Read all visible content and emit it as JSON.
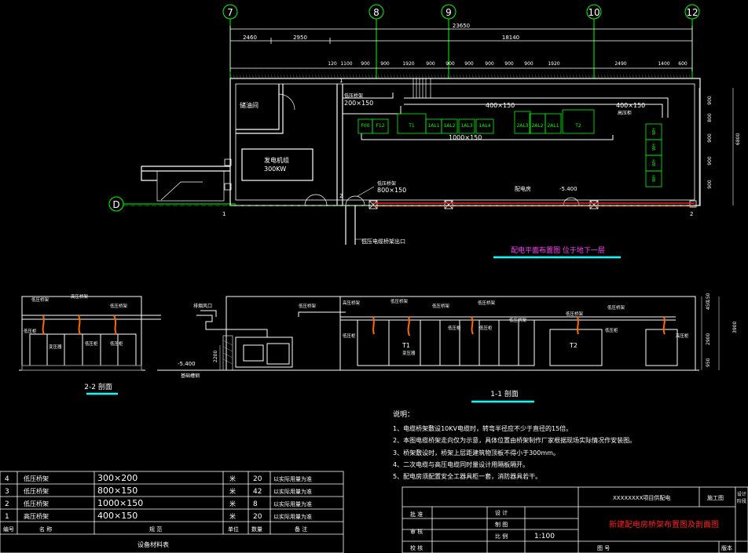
{
  "colors": {
    "background": "#000000",
    "line": "#ffffff",
    "green": "#00ff00",
    "yellow": "#ffff00",
    "cyan": "#00ffff",
    "red": "#ff0000",
    "orange": "#ff6a00",
    "magenta": "#ff40ff",
    "grey": "#9a9a9a"
  },
  "grid_axes": {
    "ax7": "7",
    "ax8": "8",
    "ax9": "9",
    "ax10": "10",
    "ax12": "12",
    "axD": "D"
  },
  "dims_top": {
    "total": "23650",
    "d1": "2460",
    "d2": "2950",
    "d3": "18140"
  },
  "dims_second": [
    "120",
    "1100",
    "900",
    "900",
    "1920",
    "900",
    "900",
    "900",
    "900",
    "900",
    "900",
    "1920",
    "2490",
    "1400",
    "600"
  ],
  "dims_right": [
    "900",
    "800",
    "900",
    "900",
    "900"
  ],
  "dims_right_total": "6800",
  "plan": {
    "oil_room": "储油间",
    "generator_line1": "发电机组",
    "generator_line2": "300KW",
    "room_name": "配电房",
    "elevation": "-5.400",
    "tray_200": "200×150",
    "tray_400a": "400×150",
    "tray_400b": "400×150",
    "tray_1000": "1000×150",
    "tray_800": "800×150",
    "tray_label_a": "低压桥架",
    "tray_label_b": "低压桥架",
    "hv_cabinet": "高压柜",
    "outlet_note": "低压电缆桥架出口",
    "cabinets": [
      "F00",
      "F12",
      "T1",
      "1AL1",
      "1AL2",
      "1AL3",
      "1AL4",
      "2AL3",
      "2AL2",
      "2AL1",
      "T2"
    ],
    "side_cabinets": [
      "WH",
      "WH",
      "WH",
      "WH"
    ],
    "axis_marks": [
      "1",
      "2",
      "1",
      "2"
    ],
    "caption": "配电平面布置图  位于地下一层"
  },
  "section22": {
    "labels": [
      "低压桥架",
      "高压桥架",
      "低压桥架",
      "低压柜",
      "变压器",
      "低压柜",
      "低压柜"
    ],
    "caption": "2-2 剖面"
  },
  "generator_section": {
    "exhaust": "排烟风口",
    "elevation": "-5.400",
    "pad": "基础槽钢",
    "height": "2200"
  },
  "section11": {
    "labels": [
      "低压桥架",
      "高压桥架",
      "低压桥架",
      "低压桥架",
      "低压桥架",
      "低压桥架",
      "低压桥架",
      "低压桥架",
      "低压柜",
      "变压器",
      "低压柜",
      "低压柜",
      "低压柜",
      "高压柜"
    ],
    "t1": "T1",
    "t2": "T2",
    "dims_right": [
      "150",
      "450",
      "2900",
      "950",
      "3900"
    ],
    "caption": "1-1 剖面"
  },
  "notes": {
    "title": "说明：",
    "items": [
      "1、电缆桥架敷设10KV电缆时，转弯半径应不少于直径的15倍。",
      "2、本图电缆桥架走向仅为示意，具体位置由桥架制作厂家根据现场实际情况作安装图。",
      "3、桥架敷设时，桥架上层距建筑物顶板不得小于300mm。",
      "4、二次电缆与高压电缆同时量设计用隔板隔开。",
      "5、配电房须配置安全工器具柜一套，消防器具若干。"
    ]
  },
  "materials": {
    "rows": [
      {
        "no": "4",
        "name": "低压桥架",
        "spec": "300×200",
        "unit": "米",
        "qty": "20",
        "note": "以实际用量为准"
      },
      {
        "no": "3",
        "name": "低压桥架",
        "spec": "800×150",
        "unit": "米",
        "qty": "42",
        "note": "以实际用量为准"
      },
      {
        "no": "2",
        "name": "低压桥架",
        "spec": "1000×150",
        "unit": "米",
        "qty": "8",
        "note": "以实际用量为准"
      },
      {
        "no": "1",
        "name": "高压桥架",
        "spec": "400×150",
        "unit": "米",
        "qty": "20",
        "note": "以实际用量为准"
      }
    ],
    "header": {
      "no": "编号",
      "name": "名  称",
      "spec": "规  范",
      "unit": "单位",
      "qty": "数量",
      "note": "备  注"
    },
    "title": "设备材料表"
  },
  "title_block": {
    "project": "XXXXXXXX项目供配电",
    "stage": "施工图",
    "design_dept": "设计",
    "design_dept2": "阶段",
    "row1": "批 准",
    "row2": "审 核",
    "row3": "校 核",
    "design": "设 计",
    "draw": "制 图",
    "scale_label": "比 例",
    "scale": "1:100",
    "drawing_no": "图 号",
    "version": "版本",
    "drawing_title": "新建配电房桥架布置图及剖面图"
  }
}
